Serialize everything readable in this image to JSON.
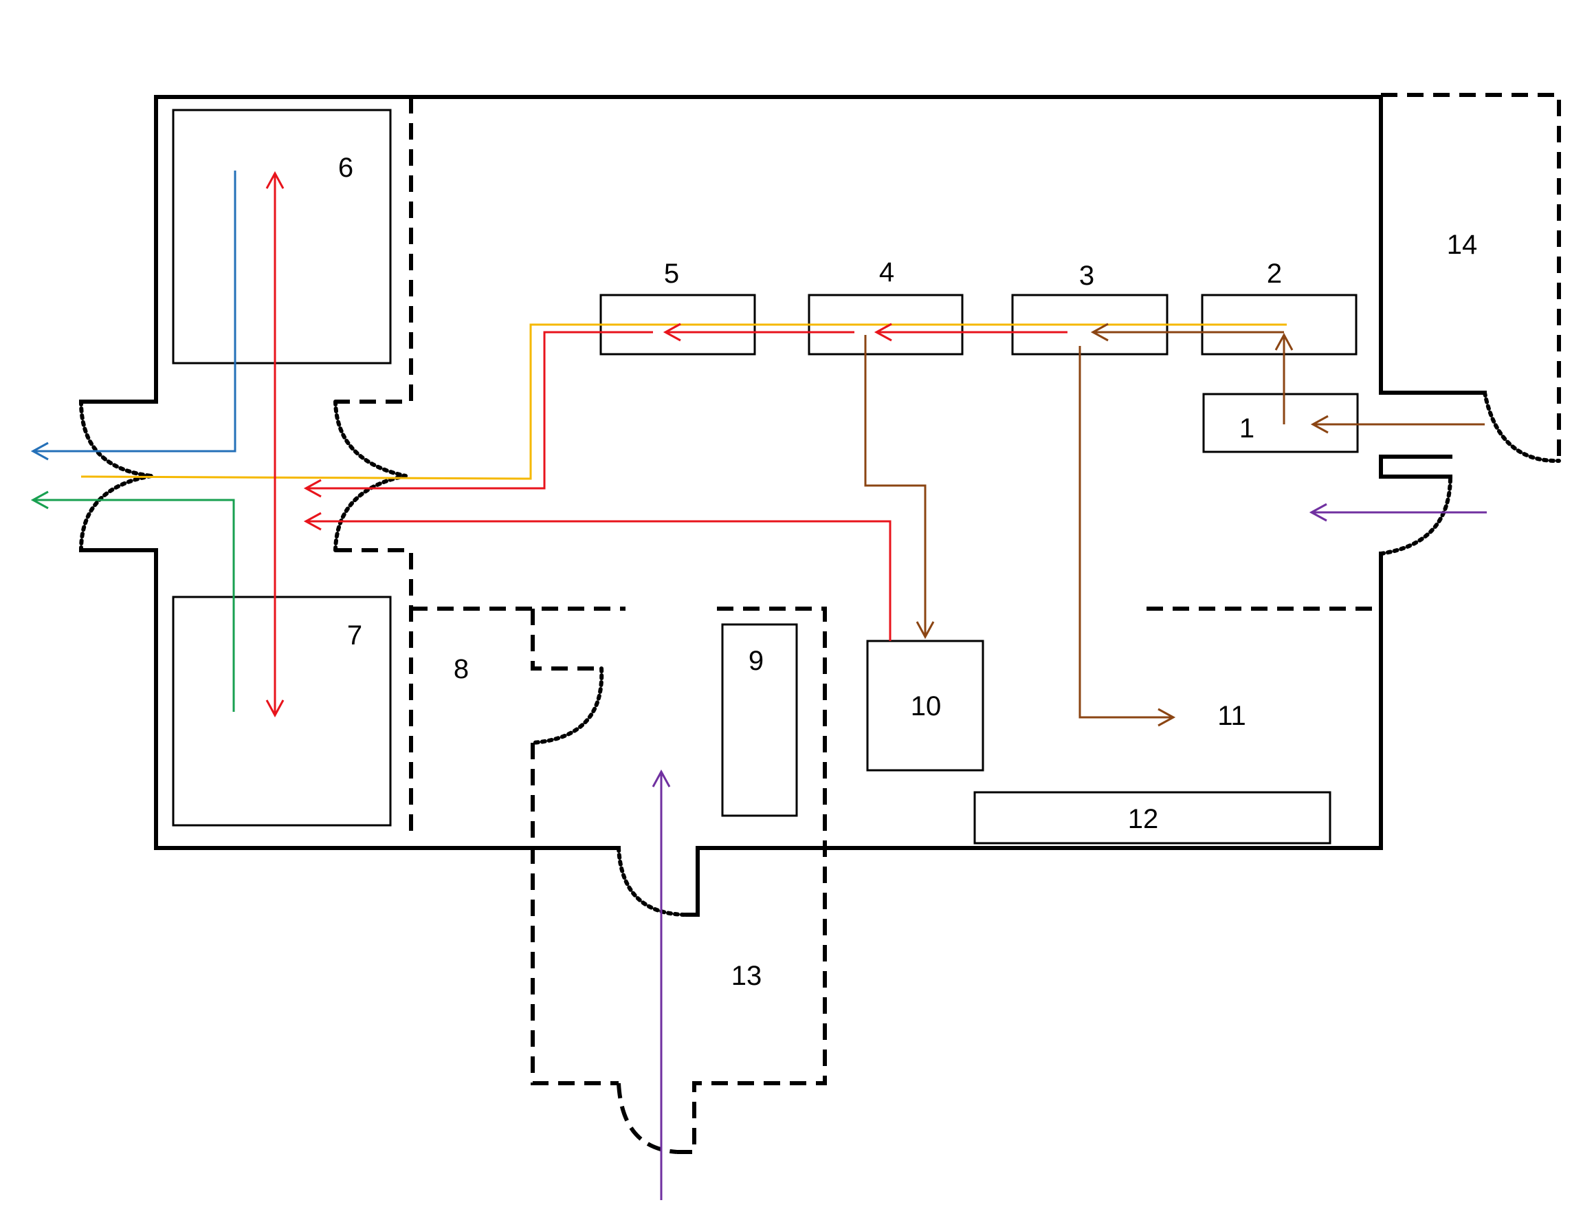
{
  "labels": {
    "l1": "1",
    "l2": "2",
    "l3": "3",
    "l4": "4",
    "l5": "5",
    "l6": "6",
    "l7": "7",
    "l8": "8",
    "l9": "9",
    "l10": "10",
    "l11": "11",
    "l12": "12",
    "l13": "13",
    "l14": "14"
  },
  "colors": {
    "brown": "#8B4513",
    "red": "#E8141C",
    "yellow": "#F5B800",
    "blue": "#2470B8",
    "green": "#18A050",
    "purple": "#7030A0",
    "black": "#000000"
  }
}
